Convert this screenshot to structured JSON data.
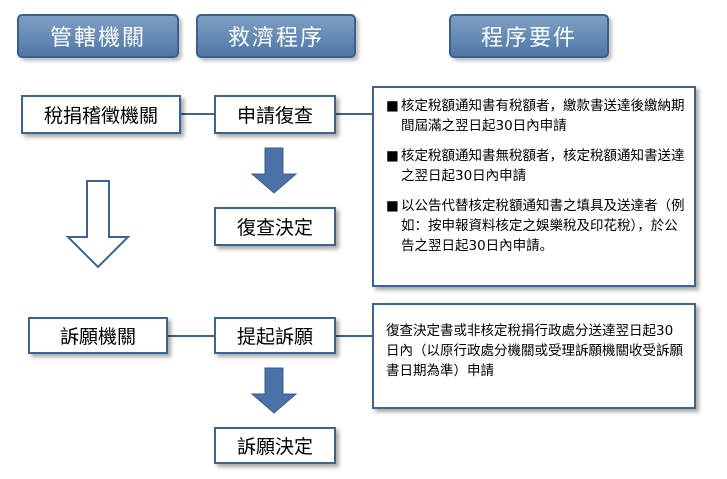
{
  "headers": {
    "authority": "管轄機關",
    "procedure": "救濟程序",
    "requirements": "程序要件"
  },
  "review": {
    "authority": "稅捐稽徵機關",
    "apply": "申請復查",
    "decision": "復查決定",
    "requirements": [
      "核定稅額通知書有稅額者，繳款書送達後繳納期間屆滿之翌日起30日內申請",
      "核定稅額通知書無稅額者，核定稅額通知書送達之翌日起30日內申請",
      "以公告代替核定稅額通知書之填具及送達者（例如：按申報資料核定之娛樂稅及印花稅），於公告之翌日起30日內申請。"
    ]
  },
  "petition": {
    "authority": "訴願機關",
    "apply": "提起訴願",
    "decision": "訴願決定",
    "requirements": "復查決定書或非核定稅捐行政處分送達翌日起30日內（以原行政處分機關或受理訴願機關收受訴願書日期為準）申請"
  },
  "bullet": "■",
  "colors": {
    "header_fill": "#5b82b0",
    "border": "#3f6390",
    "arrow_blue": "#4a72a8"
  }
}
